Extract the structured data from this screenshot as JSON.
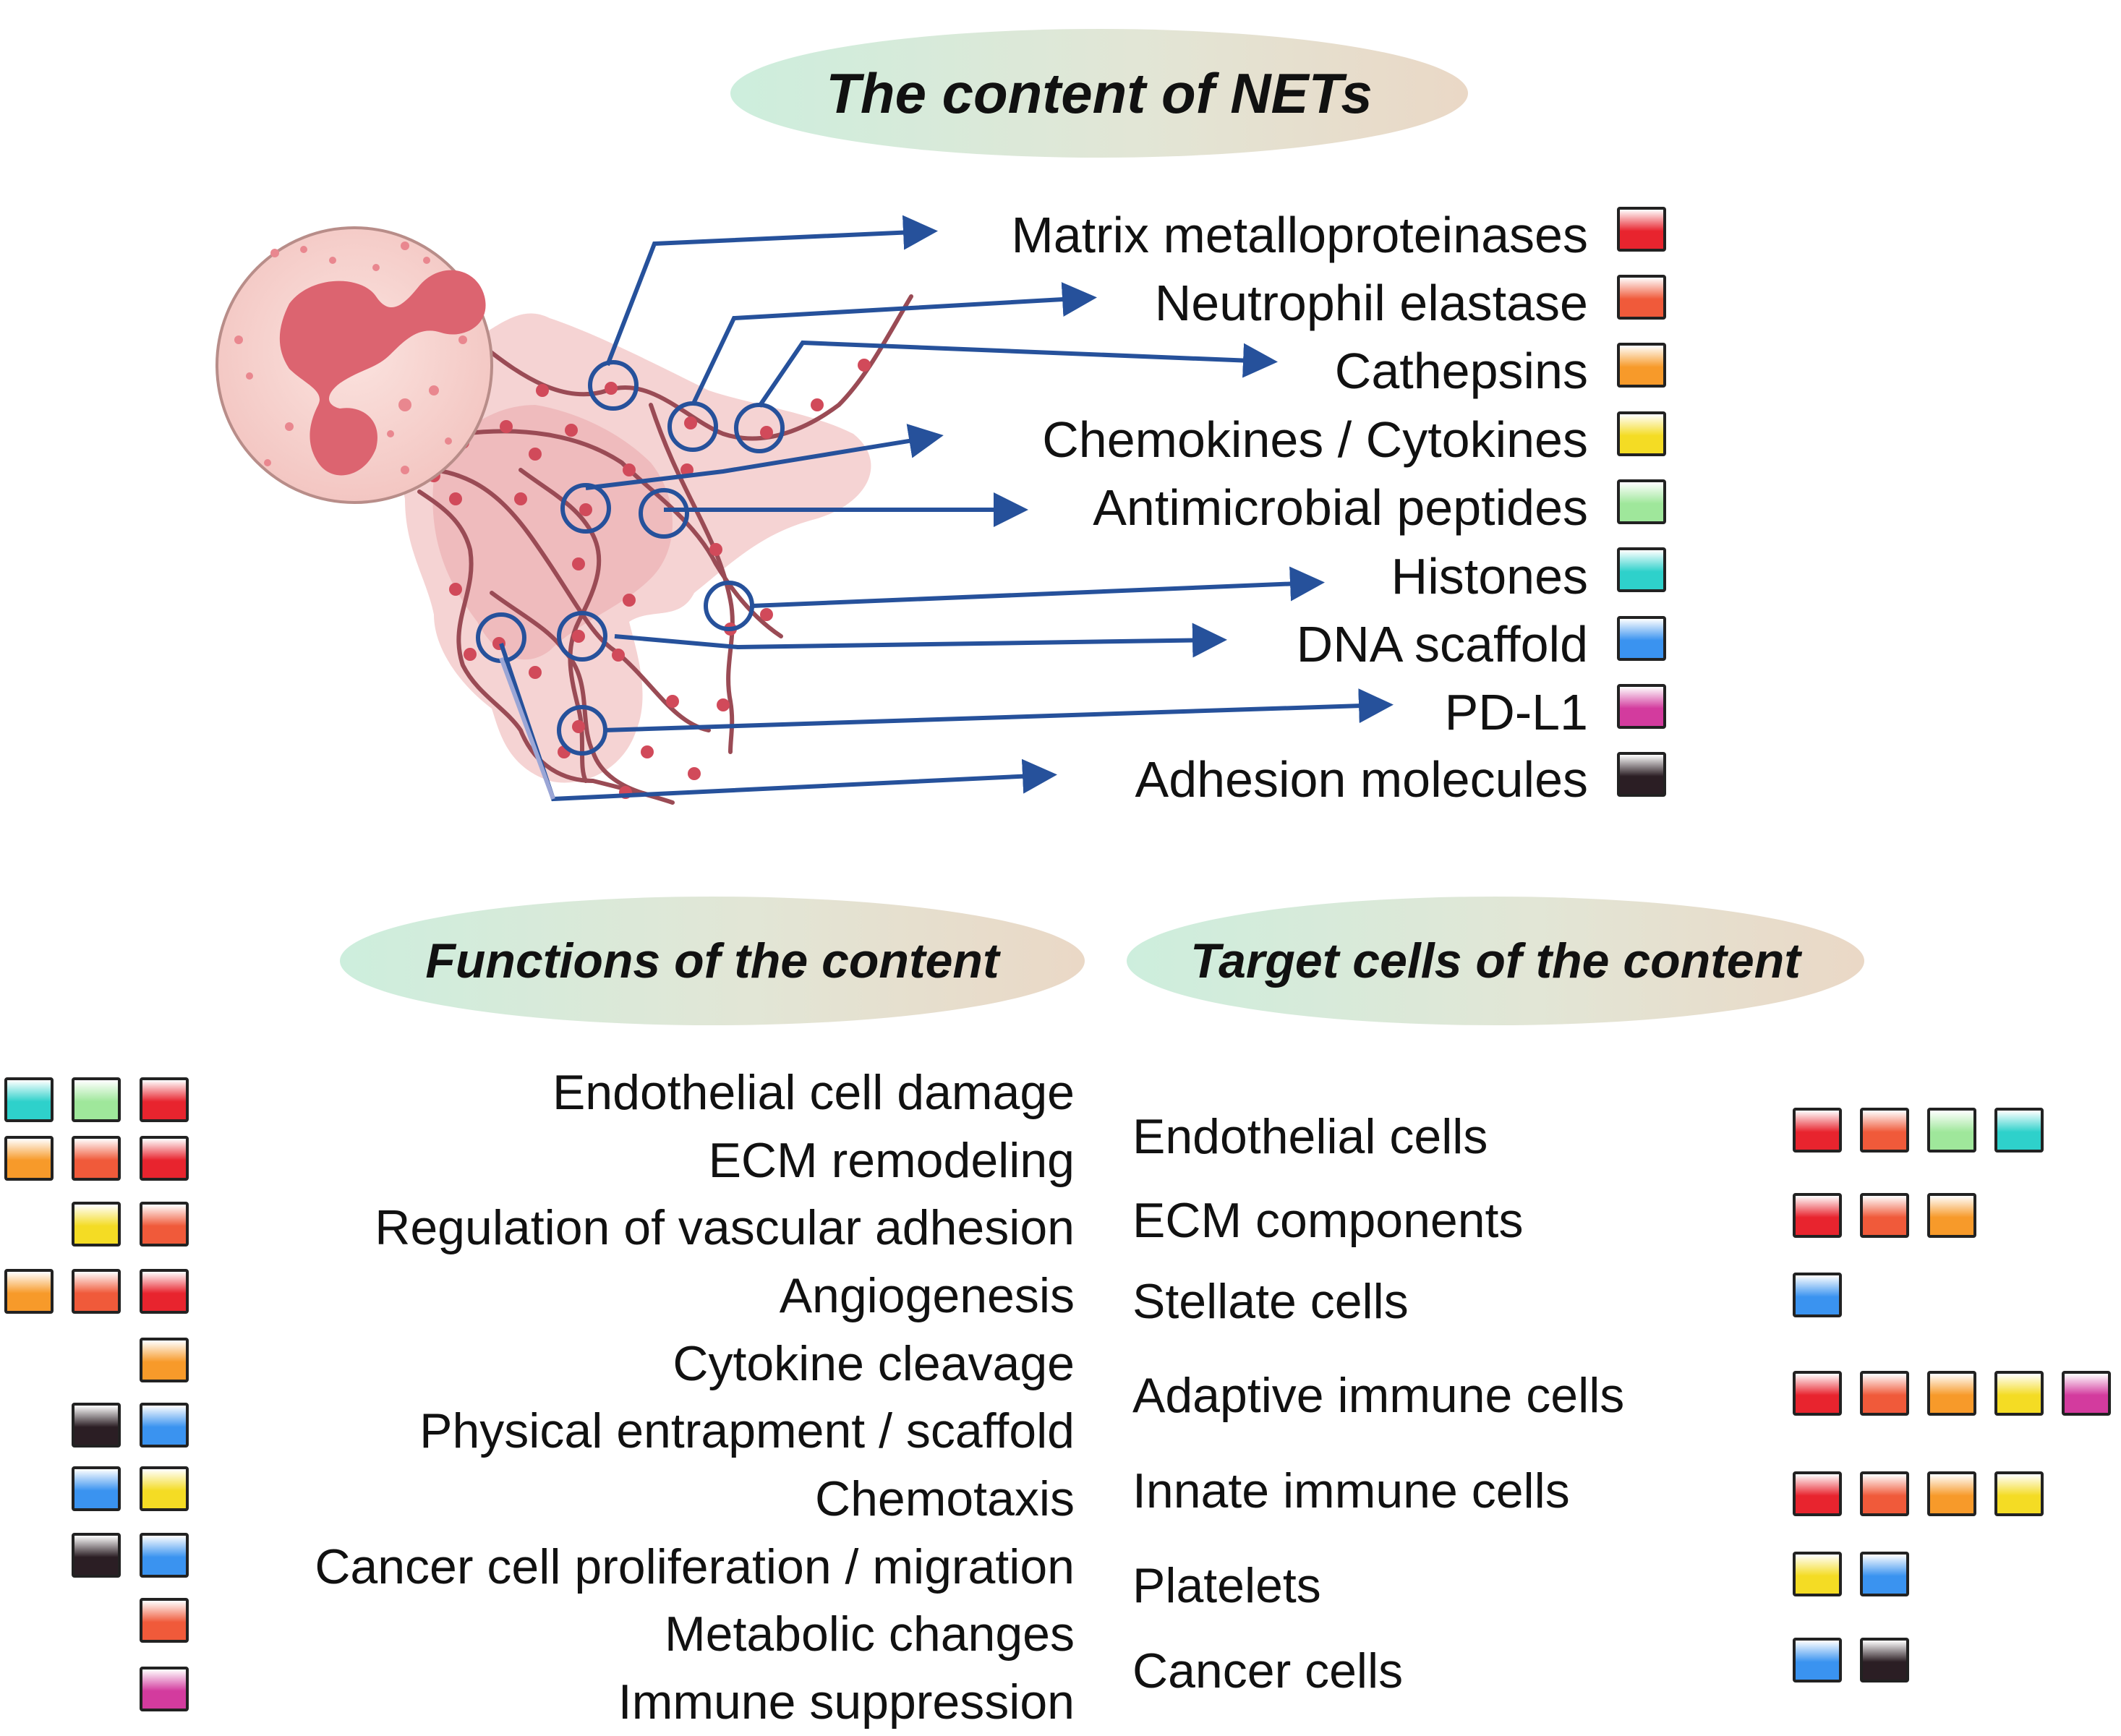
{
  "title_oval": "The content of NETs",
  "functions_oval": "Functions of  the content",
  "targets_oval": "Target cells of  the content",
  "colors": {
    "mmp": "#e8242e",
    "ne": "#f05a3a",
    "cathepsins": "#f79a2a",
    "chemokines": "#f4dc24",
    "amp": "#9fe79b",
    "histones": "#2ed1cb",
    "dna": "#3a93f0",
    "pdl1": "#d33b9e",
    "adhesion": "#2b1e24"
  },
  "contents": [
    {
      "label": "Matrix metalloproteinases",
      "color": "mmp"
    },
    {
      "label": "Neutrophil elastase",
      "color": "ne"
    },
    {
      "label": "Cathepsins",
      "color": "cathepsins"
    },
    {
      "label": "Chemokines / Cytokines",
      "color": "chemokines"
    },
    {
      "label": "Antimicrobial peptides",
      "color": "amp"
    },
    {
      "label": "Histones",
      "color": "histones"
    },
    {
      "label": "DNA scaffold",
      "color": "dna"
    },
    {
      "label": "PD-L1",
      "color": "pdl1"
    },
    {
      "label": "Adhesion molecules",
      "color": "adhesion"
    }
  ],
  "functions": [
    {
      "label": "Endothelial cell damage",
      "colors": [
        "histones",
        "amp",
        "mmp"
      ]
    },
    {
      "label": "ECM remodeling",
      "colors": [
        "cathepsins",
        "ne",
        "mmp"
      ]
    },
    {
      "label": "Regulation of vascular adhesion",
      "colors": [
        "chemokines",
        "ne"
      ]
    },
    {
      "label": "Angiogenesis",
      "colors": [
        "cathepsins",
        "ne",
        "mmp"
      ]
    },
    {
      "label": "Cytokine cleavage",
      "colors": [
        "cathepsins"
      ]
    },
    {
      "label": "Physical entrapment / scaffold",
      "colors": [
        "adhesion",
        "dna"
      ]
    },
    {
      "label": "Chemotaxis",
      "colors": [
        "dna",
        "chemokines"
      ]
    },
    {
      "label": "Cancer cell proliferation / migration",
      "colors": [
        "adhesion",
        "dna"
      ]
    },
    {
      "label": "Metabolic changes",
      "colors": [
        "ne"
      ]
    },
    {
      "label": "Immune suppression",
      "colors": [
        "pdl1"
      ]
    }
  ],
  "targets": [
    {
      "label": "Endothelial cells",
      "colors": [
        "mmp",
        "ne",
        "amp",
        "histones"
      ]
    },
    {
      "label": "ECM components",
      "colors": [
        "mmp",
        "ne",
        "cathepsins"
      ]
    },
    {
      "label": "Stellate cells",
      "colors": [
        "dna"
      ]
    },
    {
      "label": "Adaptive immune cells",
      "colors": [
        "mmp",
        "ne",
        "cathepsins",
        "chemokines",
        "pdl1"
      ]
    },
    {
      "label": "Innate immune cells",
      "colors": [
        "mmp",
        "ne",
        "cathepsins",
        "chemokines"
      ]
    },
    {
      "label": "Platelets",
      "colors": [
        "chemokines",
        "dna"
      ]
    },
    {
      "label": "Cancer cells",
      "colors": [
        "dna",
        "adhesion"
      ]
    }
  ]
}
